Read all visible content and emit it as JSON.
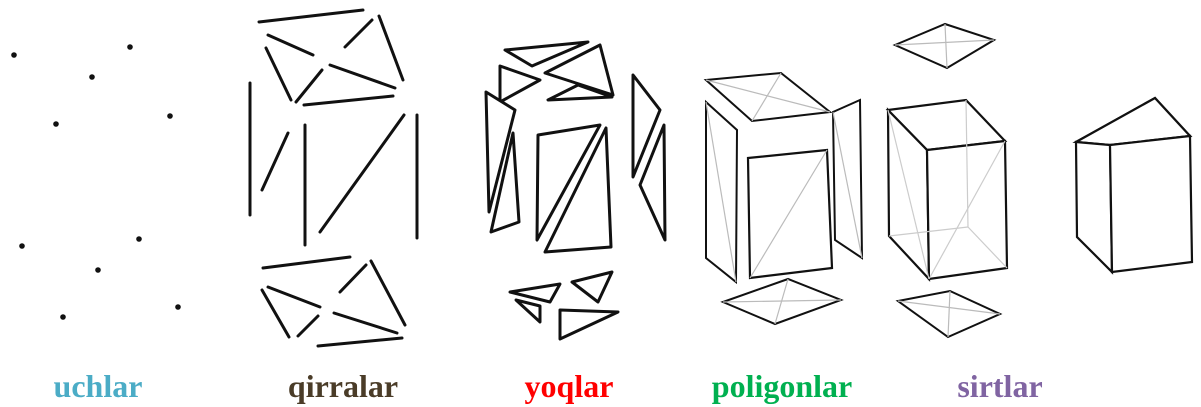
{
  "captions": [
    {
      "text": "uchlar",
      "color": "#4bacc6"
    },
    {
      "text": "qirralar",
      "color": "#4a3c28"
    },
    {
      "text": "yoqlar",
      "color": "#ff0000"
    },
    {
      "text": "poligonlar",
      "color": "#00b050"
    },
    {
      "text": "sirtlar",
      "color": "#8064a2"
    }
  ]
}
